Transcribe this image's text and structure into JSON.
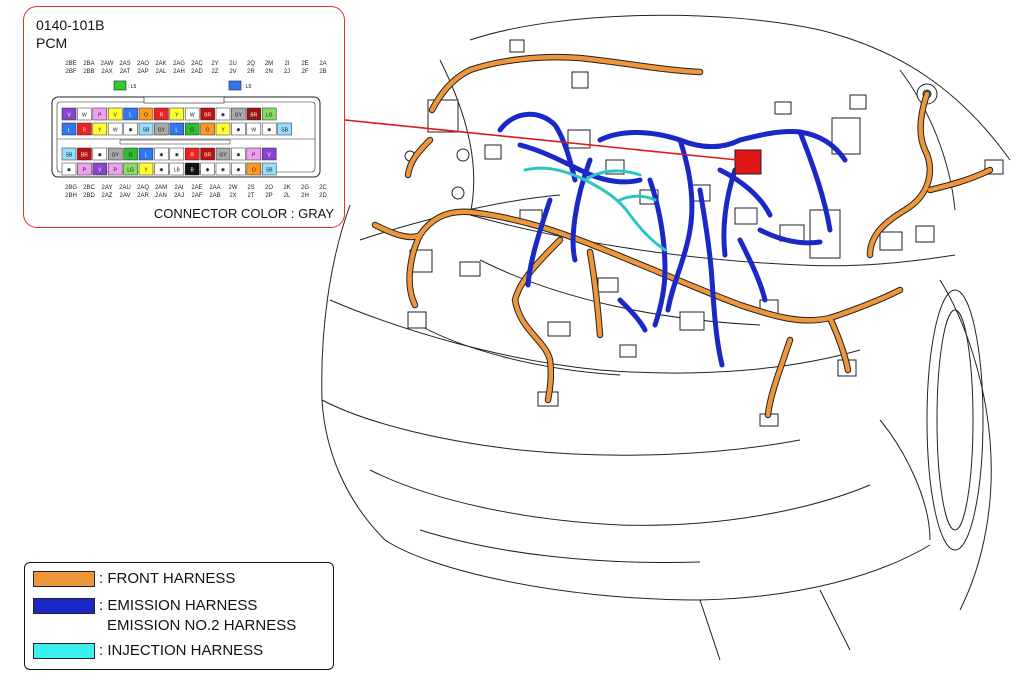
{
  "connector": {
    "code": "0140-101B",
    "name": "PCM",
    "color_note": "CONNECTOR COLOR : GRAY",
    "lock_left": ": L5",
    "lock_right": ": L5",
    "top_pins_a": [
      "2BE",
      "2BA",
      "2AW",
      "2AS",
      "2AO",
      "2AK",
      "2AG",
      "2AC",
      "2Y",
      "2U",
      "2Q",
      "2M",
      "2I",
      "2E",
      "2A"
    ],
    "top_pins_b": [
      "2BF",
      "2BB",
      "2AX",
      "2AT",
      "2AP",
      "2AL",
      "2AH",
      "2AD",
      "2Z",
      "2V",
      "2R",
      "2N",
      "2J",
      "2F",
      "2B"
    ],
    "bottom_pins_a": [
      "2BG",
      "2BC",
      "2AY",
      "2AU",
      "2AQ",
      "2AM",
      "2AI",
      "2AE",
      "2AA",
      "2W",
      "2S",
      "2O",
      "2K",
      "2G",
      "2C"
    ],
    "bottom_pins_b": [
      "2BH",
      "2BD",
      "2AZ",
      "2AV",
      "2AR",
      "2AN",
      "2AJ",
      "2AF",
      "2AB",
      "2X",
      "2T",
      "2P",
      "2L",
      "2H",
      "2D"
    ],
    "row1": [
      [
        "V",
        "#8844cc"
      ],
      [
        "W",
        "#ffffff"
      ],
      [
        "P",
        "#f0a0f0"
      ],
      [
        "V",
        "#ffff33"
      ],
      [
        "L",
        "#3377ee"
      ],
      [
        "O",
        "#ff9922"
      ],
      [
        "R",
        "#ee2222"
      ],
      [
        "Y",
        "#ffff33"
      ],
      [
        "W",
        "#ffffff"
      ],
      [
        "BR",
        "#bb1111"
      ],
      [
        "✱",
        "#ffffff"
      ],
      [
        "GY",
        "#aaaaaa"
      ],
      [
        "BR",
        "#991111"
      ],
      [
        "LG",
        "#88dd66"
      ]
    ],
    "row2": [
      [
        "L",
        "#3377ee"
      ],
      [
        "R",
        "#ee2222"
      ],
      [
        "Y",
        "#ffff33"
      ],
      [
        "W",
        "#ffffff"
      ],
      [
        "✱",
        "#ffffff"
      ],
      [
        "SB",
        "#99ddff"
      ],
      [
        "GY",
        "#aaaaaa"
      ],
      [
        "L",
        "#3377ee"
      ],
      [
        "G",
        "#33bb33"
      ],
      [
        "O",
        "#ff9922"
      ],
      [
        "Y",
        "#ffff33"
      ],
      [
        "✱",
        "#ffffff"
      ],
      [
        "W",
        "#ffffff"
      ],
      [
        "✱",
        "#ffffff"
      ],
      [
        "SB",
        "#99ddff"
      ]
    ],
    "row3": [
      [
        "SB",
        "#99ddff"
      ],
      [
        "BR",
        "#bb1111"
      ],
      [
        "✱",
        "#ffffff"
      ],
      [
        "GY",
        "#aaaaaa"
      ],
      [
        "G",
        "#33bb33"
      ],
      [
        "L",
        "#3377ee"
      ],
      [
        "✱",
        "#ffffff"
      ],
      [
        "✱",
        "#ffffff"
      ],
      [
        "R",
        "#ee2222"
      ],
      [
        "BR",
        "#bb1111"
      ],
      [
        "GY",
        "#aaaaaa"
      ],
      [
        "✱",
        "#ffffff"
      ],
      [
        "P",
        "#f0a0f0"
      ],
      [
        "V",
        "#8844cc"
      ]
    ],
    "row4": [
      [
        "✱",
        "#ffffff"
      ],
      [
        "P",
        "#f0a0f0"
      ],
      [
        "V",
        "#8844cc"
      ],
      [
        "P",
        "#f0a0f0"
      ],
      [
        "LG",
        "#88dd66"
      ],
      [
        "Y",
        "#ffff33"
      ],
      [
        "✱",
        "#ffffff"
      ],
      [
        "LB",
        "#ffffff"
      ],
      [
        "B",
        "#111111"
      ],
      [
        "✱",
        "#ffffff"
      ],
      [
        "✱",
        "#ffffff"
      ],
      [
        "✱",
        "#ffffff"
      ],
      [
        "O",
        "#ff9922"
      ],
      [
        "SB",
        "#99ddff"
      ]
    ]
  },
  "legend": {
    "items": [
      {
        "label": ": FRONT HARNESS",
        "color": "#f0963a"
      },
      {
        "label": ": EMISSION HARNESS",
        "label2": "EMISSION NO.2 HARNESS",
        "color": "#1a28c8"
      },
      {
        "label": ": INJECTION HARNESS",
        "color": "#3df0f0"
      }
    ]
  },
  "colors": {
    "front": "#f0963a",
    "emission": "#1a28c8",
    "injection": "#2fc4c4",
    "highlight": "#e01818"
  }
}
